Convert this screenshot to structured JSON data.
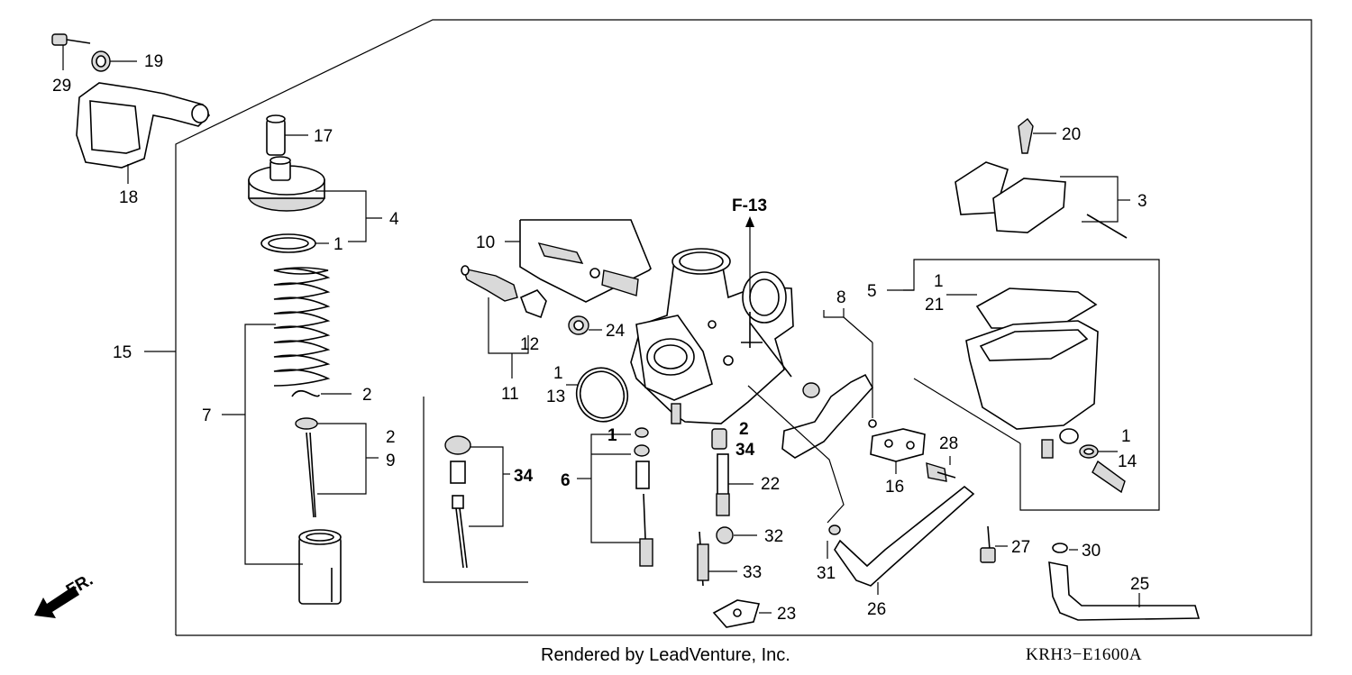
{
  "figure_ref": "F-13",
  "fr_label": "FR.",
  "callouts": {
    "c1_cap": "1",
    "c2_clip": "2",
    "c2_needle": "2",
    "c2_jet": "2",
    "c1_o_ring": "1",
    "c1_jet": "1",
    "c1_bowl": "1",
    "c1_drain": "1",
    "c3": "3",
    "c4": "4",
    "c5": "5",
    "c6": "6",
    "c7": "7",
    "c8": "8",
    "c9": "9",
    "c10": "10",
    "c11": "11",
    "c12": "12",
    "c13": "13",
    "c14": "14",
    "c15": "15",
    "c16": "16",
    "c17": "17",
    "c18": "18",
    "c19": "19",
    "c20": "20",
    "c21": "21",
    "c22": "22",
    "c23": "23",
    "c24": "24",
    "c25": "25",
    "c26": "26",
    "c27": "27",
    "c28": "28",
    "c29": "29",
    "c30": "30",
    "c31": "31",
    "c32": "32",
    "c33": "33",
    "c34_left": "34",
    "c34_right": "34"
  },
  "footer": {
    "credit": "Rendered by LeadVenture, Inc.",
    "code": "KRH3−E1600A"
  }
}
